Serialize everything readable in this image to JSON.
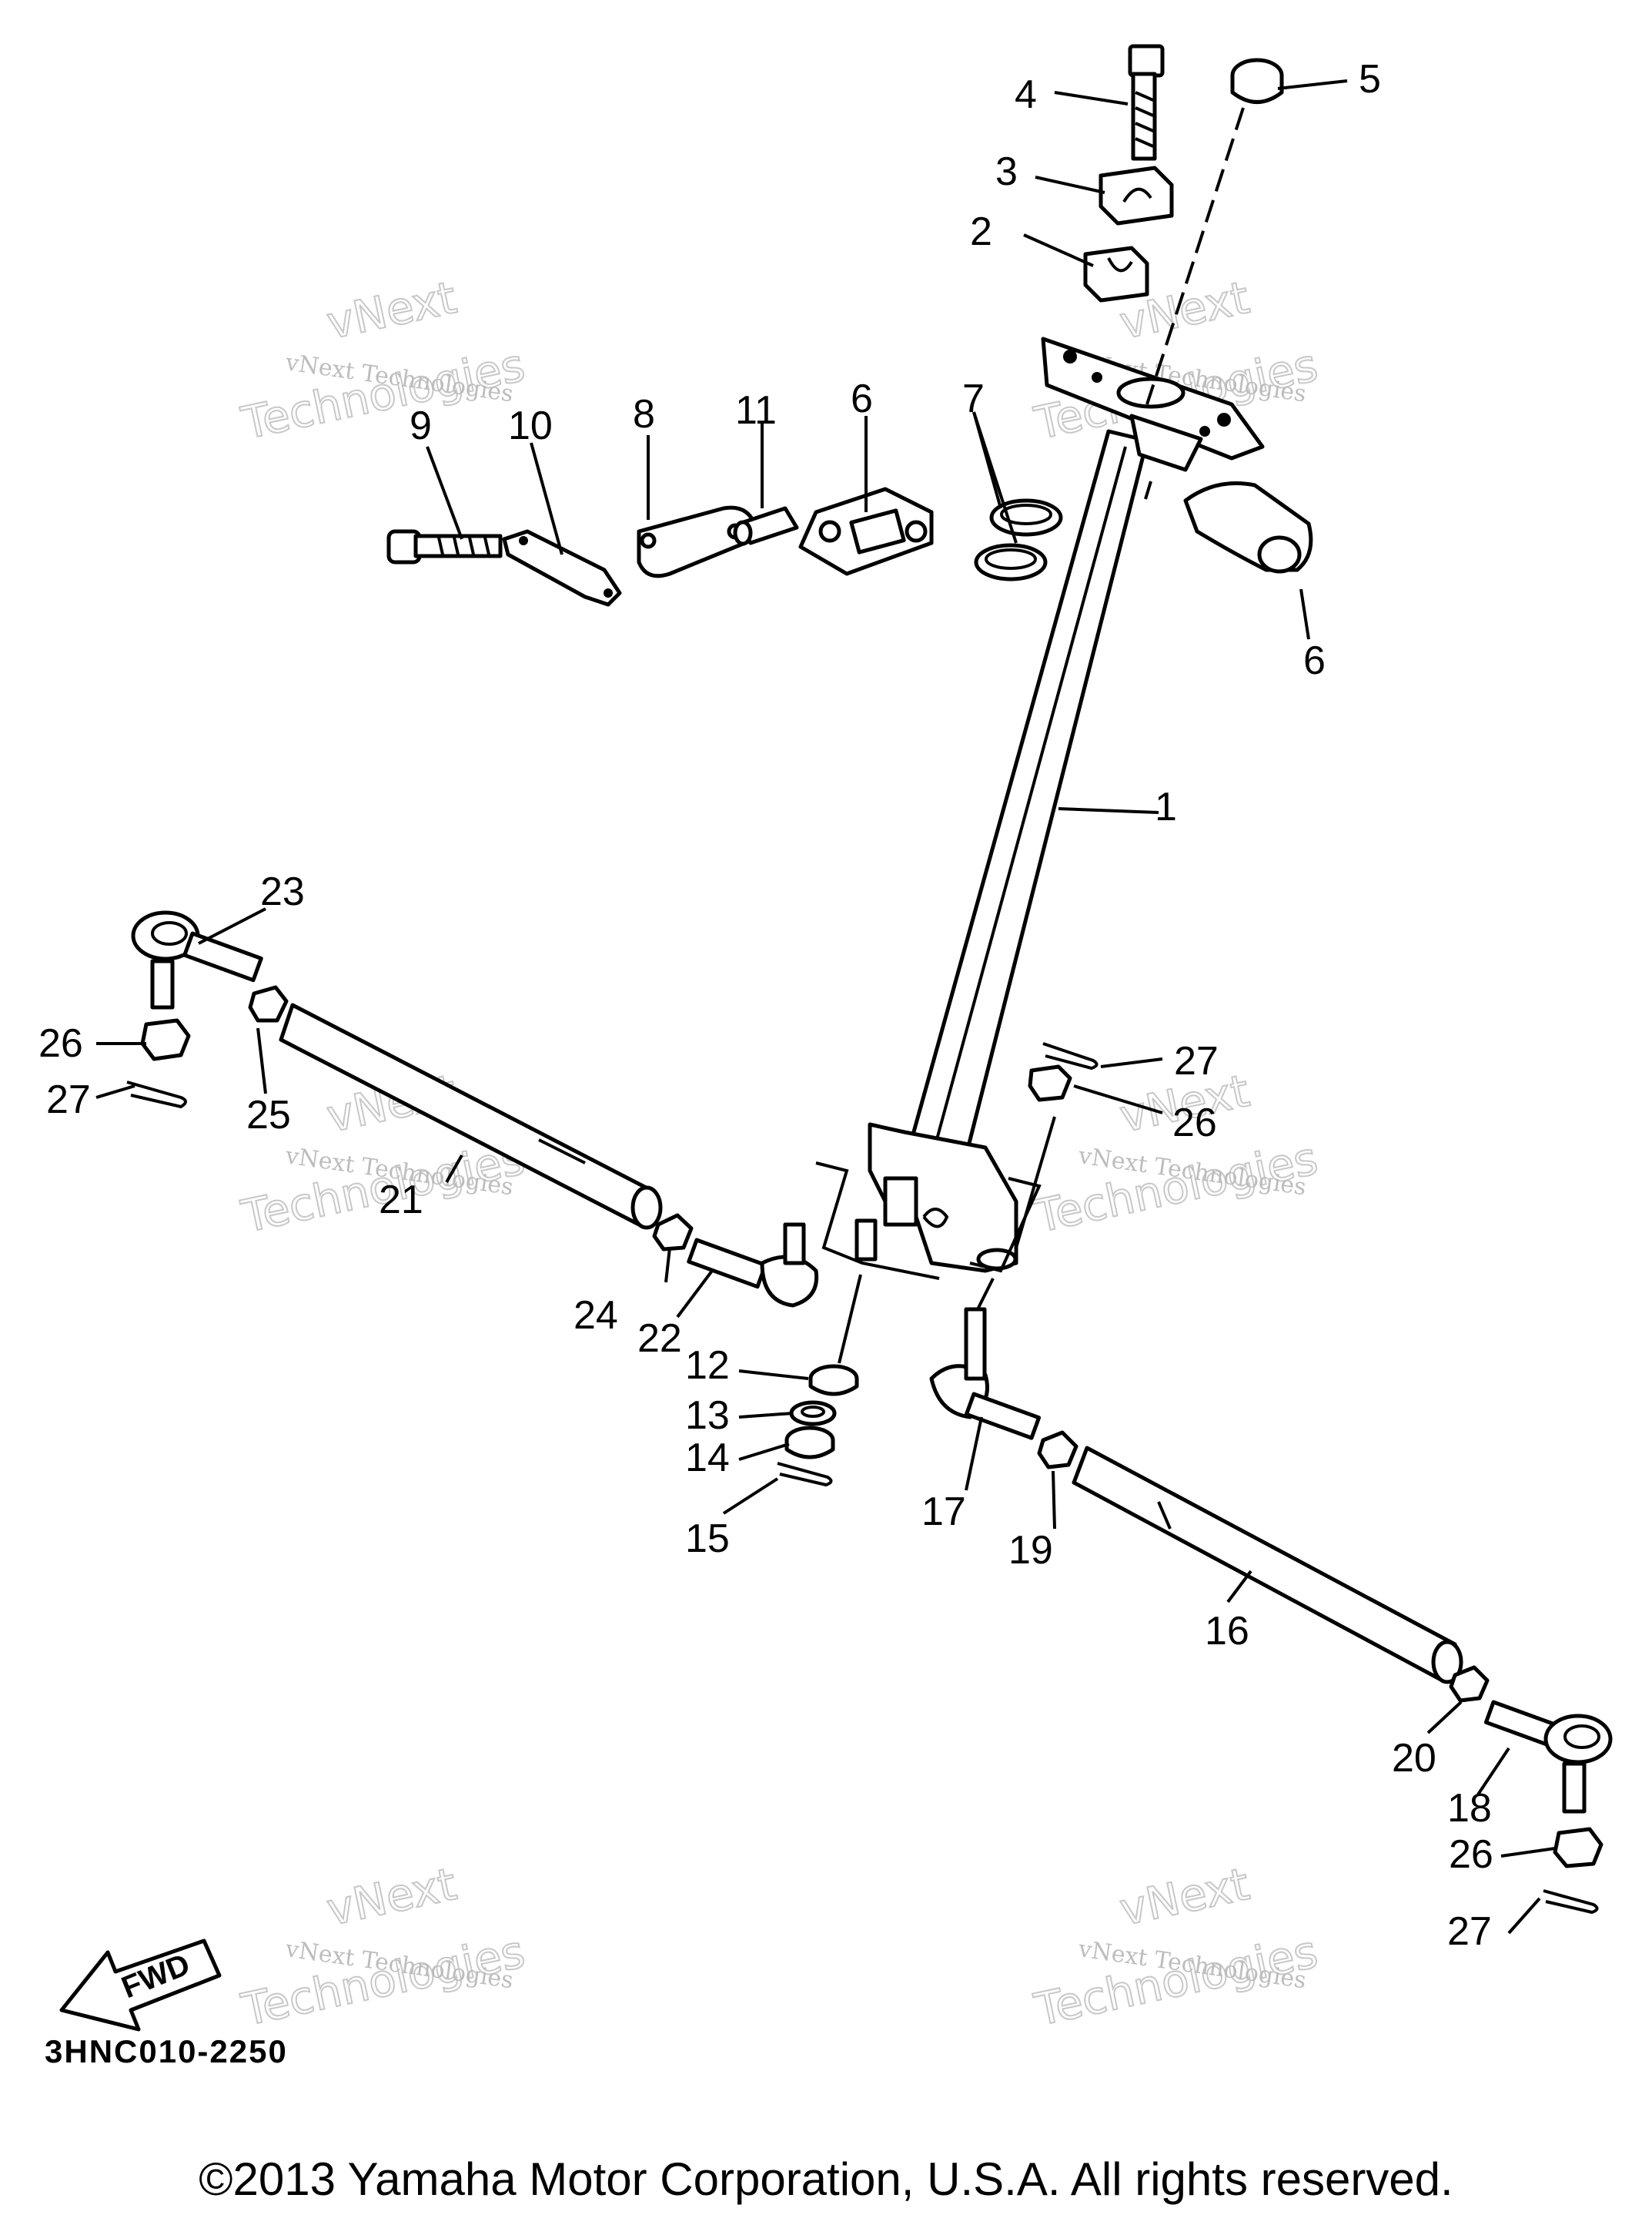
{
  "diagram_code": "3HNC010-2250",
  "copyright": "©2013 Yamaha Motor Corporation, U.S.A. All rights reserved.",
  "fwd_label": "FWD",
  "watermark": {
    "line1": "vNext Technologies",
    "line2": "vNext",
    "line3": "Technologies"
  },
  "callouts": [
    "1",
    "2",
    "3",
    "4",
    "5",
    "6",
    "6",
    "7",
    "8",
    "9",
    "10",
    "11",
    "12",
    "13",
    "14",
    "15",
    "16",
    "17",
    "18",
    "19",
    "20",
    "21",
    "22",
    "23",
    "24",
    "25",
    "26",
    "26",
    "26",
    "27",
    "27",
    "27"
  ]
}
